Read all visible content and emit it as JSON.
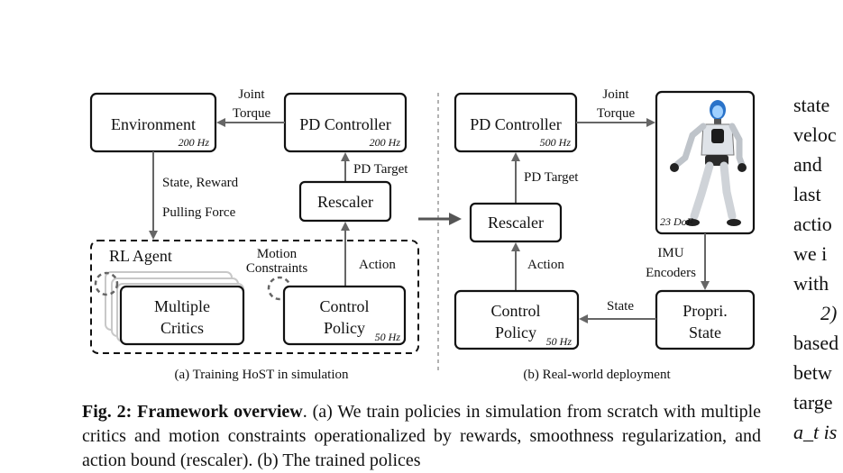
{
  "left_panel": {
    "environment": {
      "label": "Environment",
      "freq": "200 Hz"
    },
    "pd_controller": {
      "label": "PD Controller",
      "freq": "200 Hz"
    },
    "joint_torque": [
      "Joint",
      "Torque"
    ],
    "state_reward": "State, Reward",
    "pulling_force": "Pulling Force",
    "pd_target": "PD Target",
    "rescaler": "Rescaler",
    "rl_agent": "RL Agent",
    "motion_constraints": [
      "Motion",
      "Constraints"
    ],
    "action": "Action",
    "critics": [
      "Multiple",
      "Critics"
    ],
    "policy": {
      "line1": "Control",
      "line2": "Policy",
      "freq": "50 Hz"
    },
    "caption": "(a) Training HoST in simulation"
  },
  "right_panel": {
    "pd_controller": {
      "label": "PD Controller",
      "freq": "500 Hz"
    },
    "joint_torque": [
      "Joint",
      "Torque"
    ],
    "pd_target": "PD Target",
    "rescaler": "Rescaler",
    "action": "Action",
    "robot_dof": "23 DoF",
    "imu_encoders": [
      "IMU",
      "Encoders"
    ],
    "state": "State",
    "propri": [
      "Propri.",
      "State"
    ],
    "policy": {
      "line1": "Control",
      "line2": "Policy",
      "freq": "50 Hz"
    },
    "caption": "(b) Real-world deployment"
  },
  "figure_caption": {
    "bold": "Fig. 2: Framework overview",
    "text": ". (a) We train policies in simulation from scratch with multiple critics and motion constraints operationalized by rewards, smoothness regularization, and action bound (rescaler). (b) The trained polices"
  },
  "right_column_fragments": [
    "state",
    "veloc",
    "and",
    "last",
    "actio",
    "we i",
    "with",
    "2)",
    "based",
    "betw",
    "targe",
    "a_t is"
  ]
}
